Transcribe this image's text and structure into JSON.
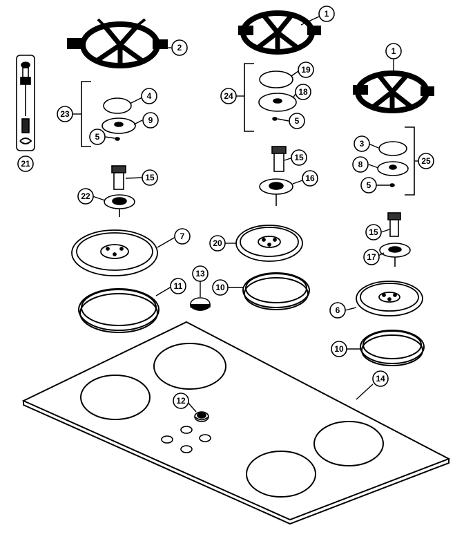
{
  "diagram": {
    "callouts": [
      {
        "id": "c1a",
        "label": "1"
      },
      {
        "id": "c1b",
        "label": "1"
      },
      {
        "id": "c2",
        "label": "2"
      },
      {
        "id": "c3",
        "label": "3"
      },
      {
        "id": "c4",
        "label": "4"
      },
      {
        "id": "c5a",
        "label": "5"
      },
      {
        "id": "c5b",
        "label": "5"
      },
      {
        "id": "c5c",
        "label": "5"
      },
      {
        "id": "c6",
        "label": "6"
      },
      {
        "id": "c7",
        "label": "7"
      },
      {
        "id": "c8",
        "label": "8"
      },
      {
        "id": "c9",
        "label": "9"
      },
      {
        "id": "c10a",
        "label": "10"
      },
      {
        "id": "c10b",
        "label": "10"
      },
      {
        "id": "c11",
        "label": "11"
      },
      {
        "id": "c12",
        "label": "12"
      },
      {
        "id": "c13",
        "label": "13"
      },
      {
        "id": "c14",
        "label": "14"
      },
      {
        "id": "c15a",
        "label": "15"
      },
      {
        "id": "c15b",
        "label": "15"
      },
      {
        "id": "c15c",
        "label": "15"
      },
      {
        "id": "c16",
        "label": "16"
      },
      {
        "id": "c17",
        "label": "17"
      },
      {
        "id": "c18",
        "label": "18"
      },
      {
        "id": "c19",
        "label": "19"
      },
      {
        "id": "c20",
        "label": "20"
      },
      {
        "id": "c21",
        "label": "21"
      },
      {
        "id": "c22",
        "label": "22"
      },
      {
        "id": "c23",
        "label": "23"
      },
      {
        "id": "c24",
        "label": "24"
      },
      {
        "id": "c25",
        "label": "25"
      }
    ]
  }
}
